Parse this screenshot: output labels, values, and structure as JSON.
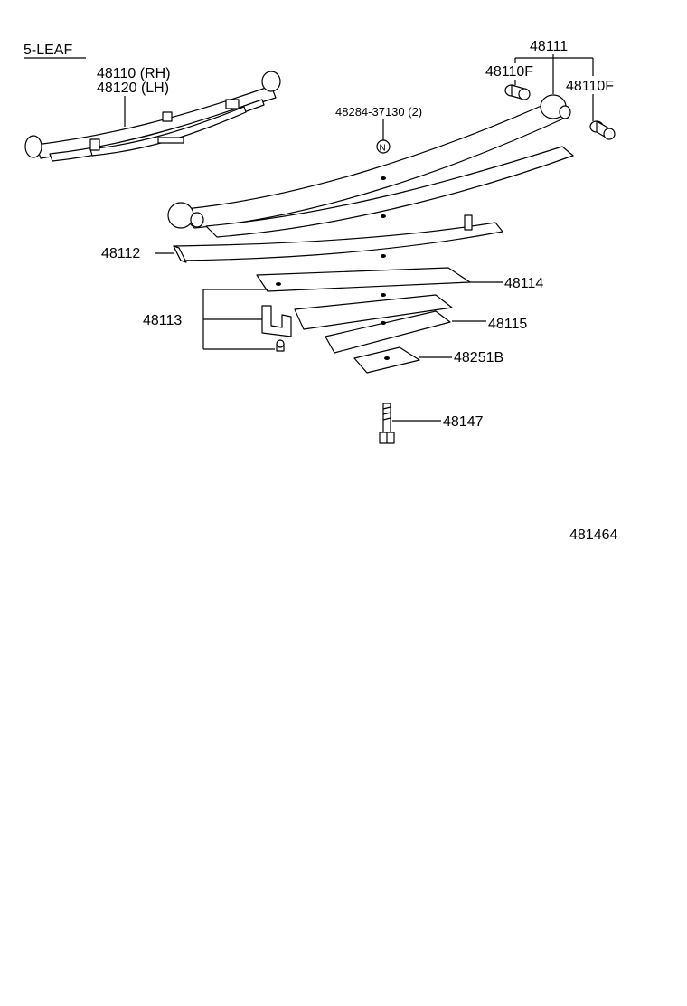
{
  "title": "5-LEAF",
  "labels": {
    "p48110": "48110 (RH)",
    "p48120": "48120 (LH)",
    "p48111": "48111",
    "p48110f_left": "48110F",
    "p48110f_right": "48110F",
    "p48284": "48284-37130 (2)",
    "n_mark": "N",
    "p48112": "48112",
    "p48113": "48113",
    "p48114": "48114",
    "p48115": "48115",
    "p48251b": "48251B",
    "p48147": "48147",
    "fig_id": "481464"
  },
  "colors": {
    "line": "#000000",
    "background": "#ffffff"
  }
}
